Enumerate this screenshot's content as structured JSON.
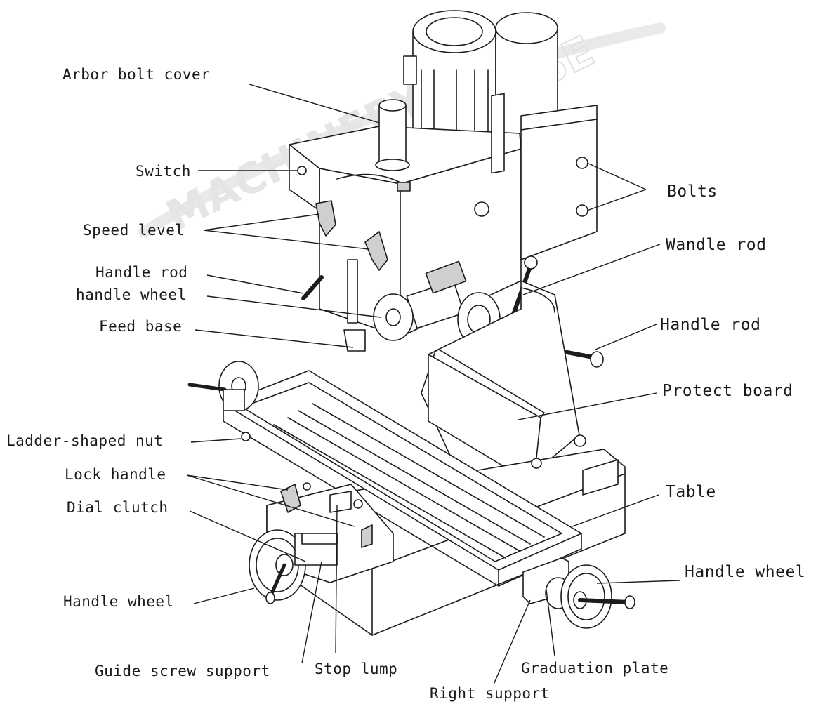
{
  "watermark": {
    "brand_left": "MACHINERY",
    "brand_right": "HOUSE"
  },
  "labels": {
    "arbor_bolt_cover": "Arbor bolt cover",
    "switch": "Switch",
    "bolts": "Bolts",
    "speed_level": "Speed level",
    "wandle_rod": "Wandle rod",
    "handle_rod_left": "Handle rod",
    "handle_wheel_upper": "handle wheel",
    "feed_base": "Feed base",
    "handle_rod_right": "Handle rod",
    "protect_board": "Protect board",
    "ladder_shaped_nut": "Ladder-shaped nut",
    "lock_handle": "Lock handle",
    "dial_clutch": "Dial clutch",
    "table": "Table",
    "handle_wheel_right": "Handle wheel",
    "handle_wheel_left": "Handle wheel",
    "guide_screw_support": "Guide screw support",
    "stop_lump": "Stop lump",
    "graduation_plate": "Graduation plate",
    "right_support": "Right support"
  }
}
